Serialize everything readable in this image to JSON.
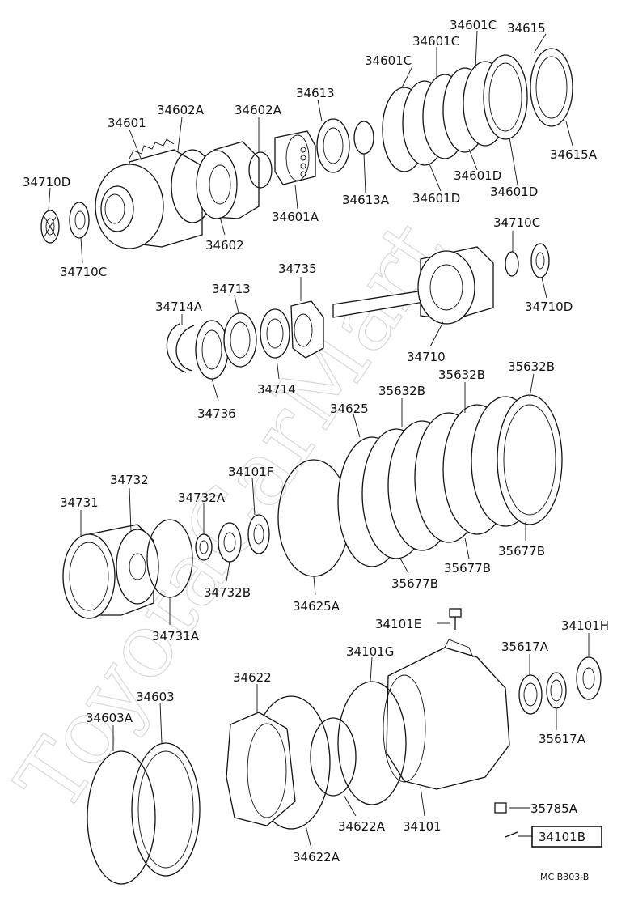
{
  "labels": {
    "p34601": "34601",
    "p34602A_top": "34602A",
    "p34602A_mid": "34602A",
    "p34613": "34613",
    "p34601C_1": "34601C",
    "p34601C_2": "34601C",
    "p34601C_3": "34601C",
    "p34615": "34615",
    "p34615A": "34615A",
    "p34710D_left": "34710D",
    "p34710C_left": "34710C",
    "p34602": "34602",
    "p34601A": "34601A",
    "p34613A": "34613A",
    "p34601D_1": "34601D",
    "p34601D_2": "34601D",
    "p34601D_3": "34601D",
    "p34710C_right": "34710C",
    "p34710D_right": "34710D",
    "p34735": "34735",
    "p34713": "34713",
    "p34714A": "34714A",
    "p34710": "34710",
    "p34736": "34736",
    "p34714": "34714",
    "p34625": "34625",
    "p35632B_1": "35632B",
    "p35632B_2": "35632B",
    "p35632B_3": "35632B",
    "p34732": "34732",
    "p34731": "34731",
    "p34732A": "34732A",
    "p34101F": "34101F",
    "p34732B": "34732B",
    "p34731A": "34731A",
    "p34625A": "34625A",
    "p35677B_1": "35677B",
    "p35677B_2": "35677B",
    "p35677B_3": "35677B",
    "p34101E": "34101E",
    "p34101H": "34101H",
    "p34101G": "34101G",
    "p35617A_top": "35617A",
    "p35617A_bot": "35617A",
    "p34622": "34622",
    "p34603": "34603",
    "p34603A": "34603A",
    "p34622A_1": "34622A",
    "p34622A_2": "34622A",
    "p34101": "34101",
    "p35785A": "35785A",
    "p34101B": "34101B"
  },
  "reference_code": "MC B303-B",
  "watermark": "ToyotaCarMart"
}
